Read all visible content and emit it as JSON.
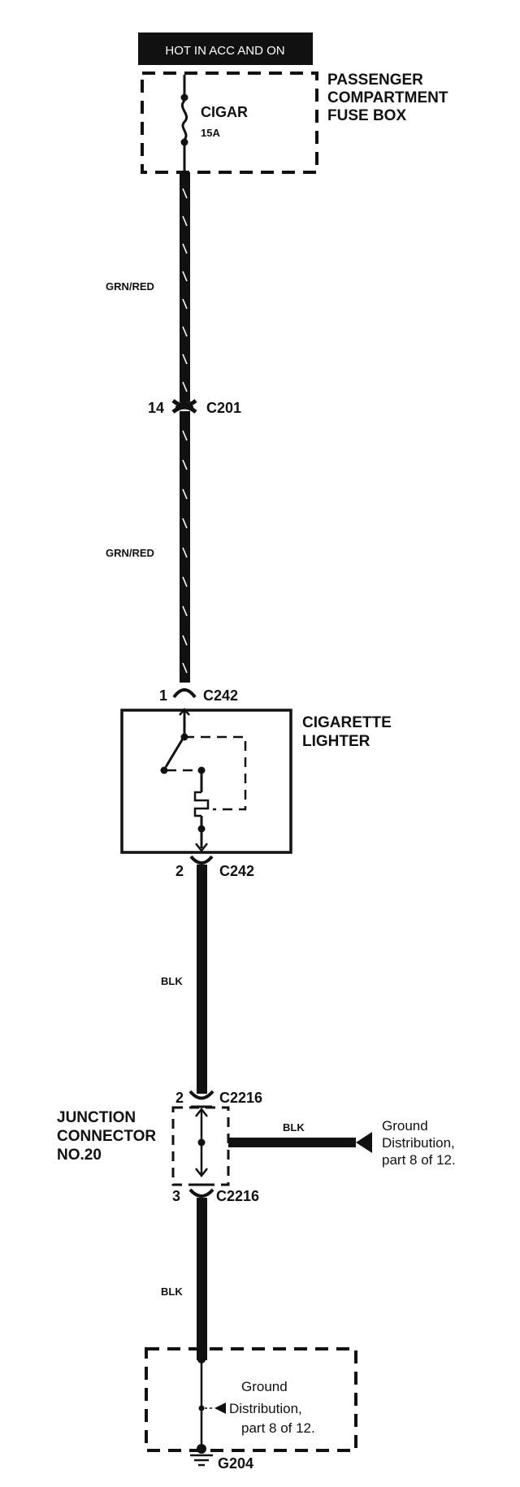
{
  "power_badge": "HOT IN ACC AND ON",
  "fuse_box": {
    "title_line1": "PASSENGER",
    "title_line2": "COMPARTMENT",
    "title_line3": "FUSE BOX",
    "fuse_name": "CIGAR",
    "fuse_rating": "15A"
  },
  "wires": {
    "upper_color_1": "GRN/RED",
    "upper_color_2": "GRN/RED",
    "lower_color_1": "BLK",
    "branch_color": "BLK",
    "lower_color_2": "BLK"
  },
  "connectors": {
    "c201_pin": "14",
    "c201_name": "C201",
    "c242_in_pin": "1",
    "c242_in_name": "C242",
    "c242_out_pin": "2",
    "c242_out_name": "C242",
    "c2216_in_pin": "2",
    "c2216_in_name": "C2216",
    "c2216_out_pin": "3",
    "c2216_out_name": "C2216"
  },
  "lighter": {
    "title_line1": "CIGARETTE",
    "title_line2": "LIGHTER"
  },
  "junction": {
    "title_line1": "JUNCTION",
    "title_line2": "CONNECTOR",
    "title_line3": "NO.20"
  },
  "ground_ref_right": {
    "line1": "Ground",
    "line2": "Distribution,",
    "line3": "part 8 of 12."
  },
  "ground_ref_bottom": {
    "line1": "Ground",
    "line2": "Distribution,",
    "line3": "part 8 of 12."
  },
  "ground": {
    "name": "G204"
  }
}
